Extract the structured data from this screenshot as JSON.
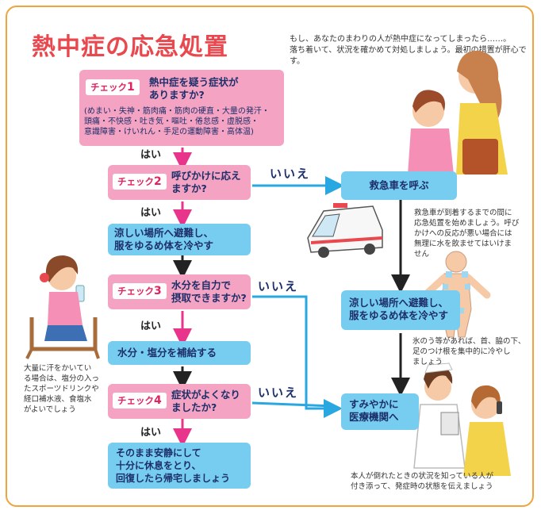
{
  "title": "熱中症の応急処置",
  "intro": [
    "もし、あなたのまわりの人が熱中症になってしまったら……。",
    "落ち着いて、状況を確かめて対処しましょう。最初の措置が肝心です。"
  ],
  "check_prefix": "チェック",
  "checks": [
    {
      "num": "1",
      "question": [
        "熱中症を疑う症状が",
        "ありますか?"
      ],
      "symptoms": [
        "(めまい・失神・筋肉痛・筋肉の硬直・大量の発汗・",
        "頭痛・不快感・吐き気・嘔吐・倦怠感・虚脱感・",
        "意識障害・けいれん・手足の運動障害・高体温)"
      ]
    },
    {
      "num": "2",
      "question": [
        "呼びかけに応え",
        "ますか?"
      ]
    },
    {
      "num": "3",
      "question": [
        "水分を自力で",
        "摂取できますか?"
      ]
    },
    {
      "num": "4",
      "question": [
        "症状がよくなり",
        "ましたか?"
      ]
    }
  ],
  "yes": "はい",
  "no": "いいえ",
  "actions": {
    "cool_left": [
      "涼しい場所へ避難し、",
      "服をゆるめ体を冷やす"
    ],
    "hydrate": "水分・塩分を補給する",
    "rest": [
      "そのまま安静にして",
      "十分に休息をとり、",
      "回復したら帰宅しましょう"
    ],
    "ambulance": "救急車を呼ぶ",
    "cool_right": [
      "涼しい場所へ避難し、",
      "服をゆるめ体を冷やす"
    ],
    "hospital": [
      "すみやかに",
      "医療機関へ"
    ]
  },
  "notes": {
    "ambulance": [
      "救急車が到着するまでの間に",
      "応急処置を始めましょう。呼び",
      "かけへの反応が悪い場合には",
      "無理に水を飲ませてはいけま",
      "せん"
    ],
    "ice": [
      "氷のう等があれば、首、脇の下、",
      "足のつけ根を集中的に冷やし",
      "ましょう"
    ],
    "sweat": [
      "大量に汗をかいてい",
      "る場合は、塩分の入っ",
      "たスポーツドリンクや",
      "経口補水液、食塩水",
      "がよいでしょう"
    ],
    "witness": [
      "本人が倒れたときの状況を知っている人が",
      "付き添って、発症時の状態を伝えましょう"
    ]
  },
  "colors": {
    "pink": "#f5a3c3",
    "blue": "#76cdf0",
    "arrow_pink": "#e8358b",
    "arrow_blue": "#29a7e0",
    "title": "#e8484e",
    "border": "#f0a43c"
  }
}
